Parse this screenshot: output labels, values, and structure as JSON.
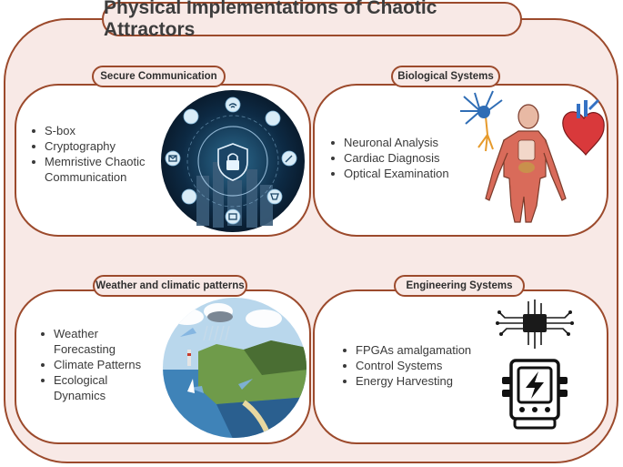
{
  "title": "Physical Implementations of Chaotic Attractors",
  "panels": {
    "secure": {
      "label": "Secure Communication",
      "items": [
        "S-box",
        "Cryptography",
        "Memristive Chaotic Communication"
      ]
    },
    "bio": {
      "label": "Biological Systems",
      "items": [
        "Neuronal Analysis",
        "Cardiac Diagnosis",
        "Optical Examination"
      ]
    },
    "weather": {
      "label": "Weather and climatic patterns",
      "items": [
        "Weather Forecasting",
        "Climate Patterns",
        "Ecological Dynamics"
      ]
    },
    "eng": {
      "label": "Engineering Systems",
      "items": [
        "FPGAs amalgamation",
        "Control Systems",
        "Energy Harvesting"
      ]
    }
  },
  "colors": {
    "border": "#9c4a2c",
    "background": "#f8e9e6"
  }
}
